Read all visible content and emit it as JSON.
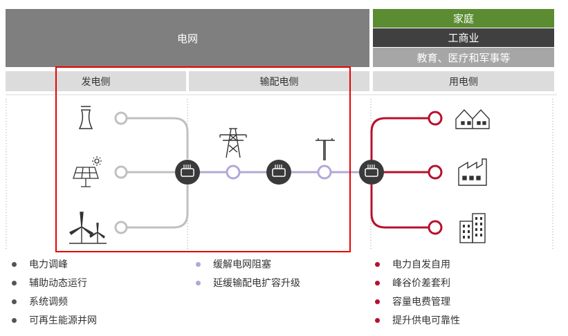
{
  "header": {
    "grid": "电网",
    "home": "家庭",
    "industry": "工商业",
    "public": "教育、医疗和军事等"
  },
  "sections": {
    "generation": "发电侧",
    "transmission": "输配电侧",
    "consumer": "用电侧"
  },
  "lists": {
    "generation": [
      "电力调峰",
      "辅助动态运行",
      "系统调频",
      "可再生能源并网"
    ],
    "transmission": [
      "缓解电网阻塞",
      "延缓输配电扩容升级"
    ],
    "consumer": [
      "电力自发自用",
      "峰谷价差套利",
      "容量电费管理",
      "提升供电可靠性"
    ]
  },
  "icons": {
    "generation": [
      "power-plant-icon",
      "solar-panel-icon",
      "wind-turbine-icon"
    ],
    "transmission": [
      "transmission-tower-icon",
      "utility-pole-icon"
    ],
    "consumer": [
      "houses-icon",
      "factory-icon",
      "office-building-icon"
    ],
    "node": "battery-storage-icon"
  },
  "colors": {
    "grid_header": "#7f7f7f",
    "home": "#5b8c32",
    "industry": "#404040",
    "public": "#a6a6a6",
    "sub_header": "#dcdcdc",
    "generation_line": "#c0c0c0",
    "transmission_line": "#b4a7d6",
    "consumer_line": "#b7102d",
    "node": "#3a3a3a",
    "highlight_box": "#e60000"
  }
}
